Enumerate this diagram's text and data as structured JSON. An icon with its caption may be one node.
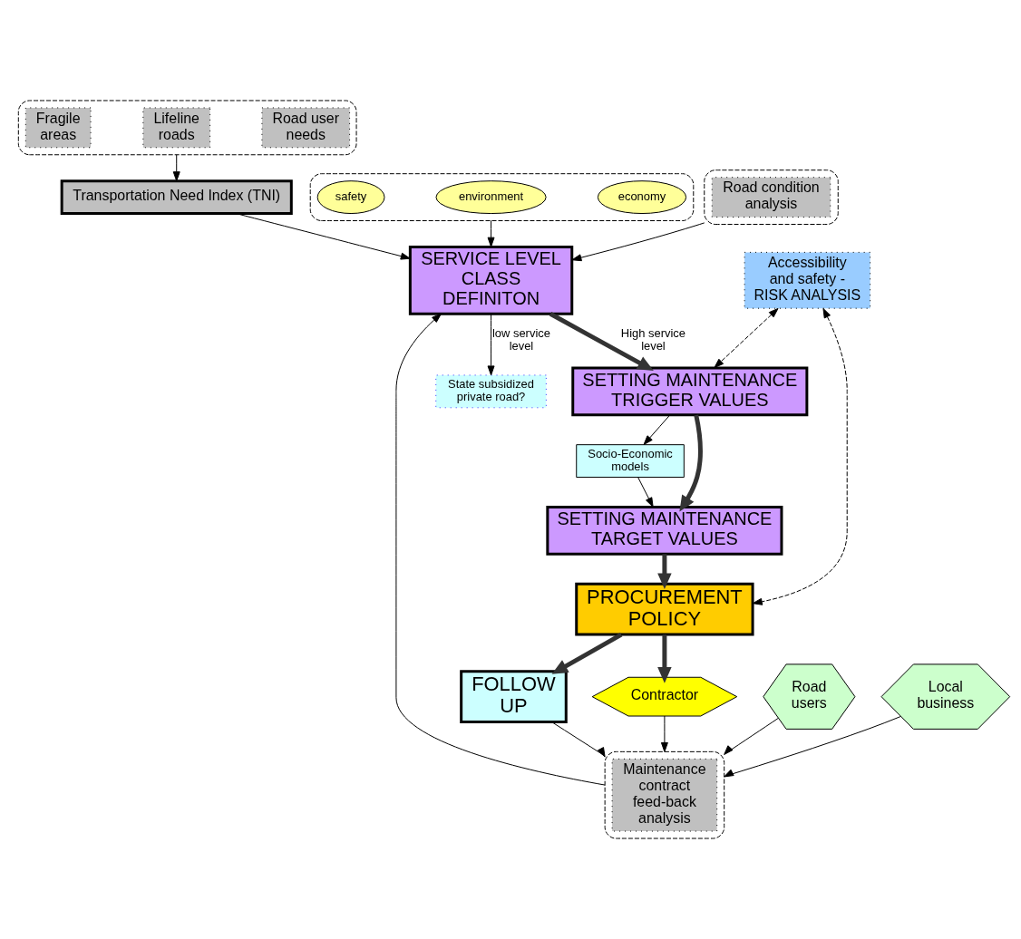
{
  "diagram": {
    "nodes": [
      {
        "text": [],
        "shape": "ellipse"
      },
      {
        "text": [
          "Fragile",
          "areas"
        ],
        "in": 0
      },
      {
        "text": [
          "Lifeline",
          "roads"
        ],
        "in": 0
      },
      {
        "text": [
          "Road user",
          "needs"
        ],
        "in": 0
      },
      {
        "text": [
          "Transportation Need Index (TNI)"
        ]
      },
      {
        "text": [],
        "shape": "ellipse"
      },
      {
        "text": [
          "safety"
        ],
        "in": 5
      },
      {
        "text": [
          "environment"
        ],
        "in": 5
      },
      {
        "text": [
          "economy"
        ],
        "in": 5
      },
      {
        "text": [],
        "shape": "ellipse"
      },
      {
        "text": [
          "Road condition analysis"
        ],
        "in": 9
      },
      {
        "text": [
          "SERVICE LEVEL CLASS DEFINITON"
        ]
      },
      {
        "text": [],
        "shape": "ellipse"
      },
      {
        "text": [
          "Maintenance contract feed-back analysis"
        ],
        "in": 12
      },
      {
        "text": [
          "State subsidized private road?"
        ]
      },
      {
        "text": [
          "SETTING MAINTENANCE TRIGGER VALUES"
        ]
      },
      {
        "text": [
          "Socio-Economic models"
        ]
      },
      {
        "text": [
          "Accessibility and safety - RISK ANALYSIS"
        ]
      },
      {
        "text": [
          "SETTING MAINTENANCE TARGET VALUES"
        ]
      },
      {
        "text": [
          "PROCUREMENT POLICY"
        ]
      },
      {
        "text": [
          "Contractor"
        ]
      },
      {
        "text": [
          "Road users"
        ]
      },
      {
        "text": [
          "Local business"
        ]
      },
      {
        "text": [
          "FOLLOW UP"
        ]
      }
    ],
    "edges": [
      {
        "from": 0,
        "to": 4,
        "arrow": "to"
      },
      {
        "from": 4,
        "to": 11,
        "arrow": "to"
      },
      {
        "from": 5,
        "to": 11,
        "arrow": "to"
      },
      {
        "from": 9,
        "to": 11,
        "arrow": "to"
      },
      {
        "from": 12,
        "to": 11,
        "arrow": "to"
      },
      {
        "from": 11,
        "to": 15,
        "arrow": "to",
        "style": "thick",
        "label": "High service level"
      },
      {
        "from": 11,
        "to": 14,
        "arrow": "to",
        "label": "low service level"
      },
      {
        "from": 15,
        "to": 16,
        "arrow": "to"
      },
      {
        "from": 16,
        "to": 18,
        "arrow": "to"
      },
      {
        "from": 15,
        "to": 18,
        "arrow": "to",
        "style": "thick"
      },
      {
        "from": 17,
        "to": 15,
        "arrow": "both",
        "style": "dashed"
      },
      {
        "from": 18,
        "to": 19,
        "arrow": "to",
        "style": "thick"
      },
      {
        "from": 17,
        "to": 19,
        "arrow": "both",
        "style": "dashed"
      },
      {
        "from": 19,
        "to": 20,
        "arrow": "to",
        "style": "thick"
      },
      {
        "from": 19,
        "to": 23,
        "arrow": "to",
        "style": "thick"
      },
      {
        "from": 20,
        "to": 12,
        "arrow": "to"
      },
      {
        "from": 21,
        "to": 12,
        "arrow": "to"
      },
      {
        "from": 22,
        "to": 12,
        "arrow": "to"
      },
      {
        "from": 23,
        "to": 12,
        "arrow": "to"
      }
    ]
  }
}
